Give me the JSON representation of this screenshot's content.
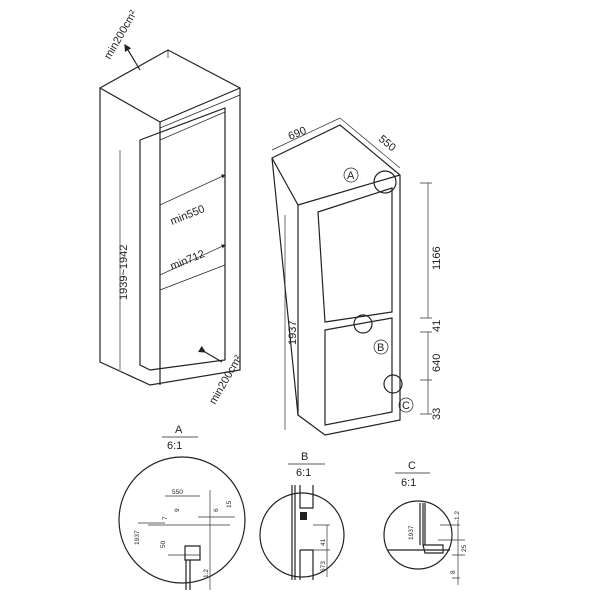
{
  "cabinet": {
    "vent_top": "min200cm²",
    "vent_bottom": "min200cm²",
    "height": "1939~1942",
    "depth": "min550",
    "width": "min712"
  },
  "appliance": {
    "width": "690",
    "depth": "550",
    "height": "1937",
    "upper_door": "1166",
    "gap": "41",
    "lower_door": "640",
    "bottom": "33",
    "markers": [
      "A",
      "B",
      "C"
    ]
  },
  "details": {
    "A": {
      "title": "A",
      "scale": "6:1",
      "dims": [
        "550",
        "7",
        "9",
        "6",
        "15",
        "1937",
        "50",
        "1.2"
      ]
    },
    "B": {
      "title": "B",
      "scale": "6:1",
      "dims": [
        "41",
        "673"
      ]
    },
    "C": {
      "title": "C",
      "scale": "6:1",
      "dims": [
        "1937",
        "1.2",
        "25",
        "8"
      ]
    }
  }
}
